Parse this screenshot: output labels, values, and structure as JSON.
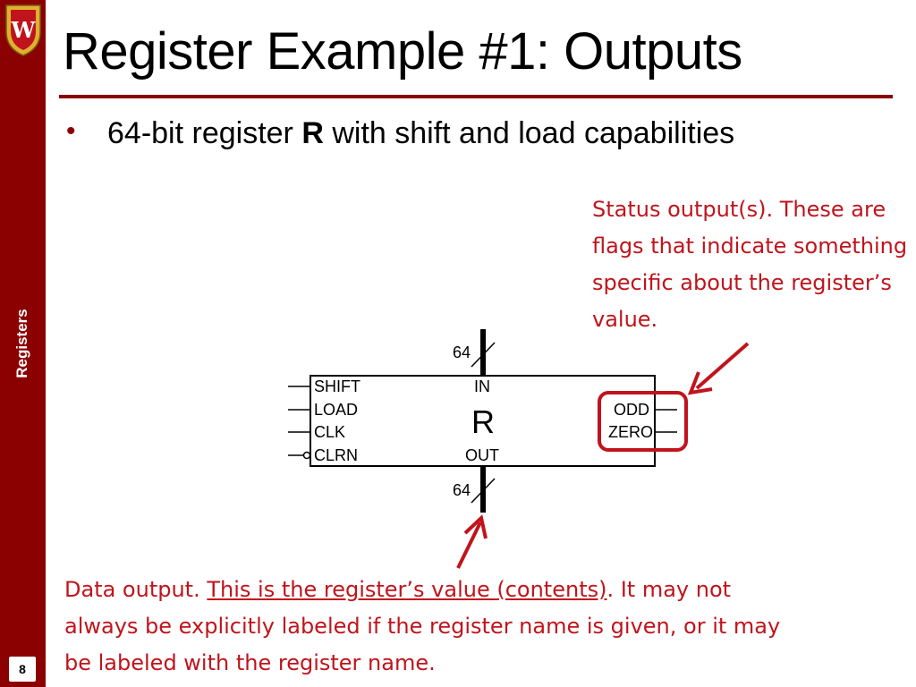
{
  "sidebar": {
    "section_label": "Registers",
    "page_number": "8",
    "colors": {
      "background": "#8b0000",
      "crest_gold": "#e0b030",
      "crest_red": "#c0141c"
    }
  },
  "slide": {
    "title": "Register Example #1: Outputs",
    "bullet": {
      "prefix": "64-bit register ",
      "bold": "R",
      "suffix": " with shift and load capabilities"
    }
  },
  "diagram": {
    "register_name": "R",
    "inputs": [
      "SHIFT",
      "LOAD",
      "CLK",
      "CLRN"
    ],
    "data_in_label": "IN",
    "data_out_label": "OUT",
    "outputs": [
      "ODD",
      "ZERO"
    ],
    "bus_width_in": "64",
    "bus_width_out": "64"
  },
  "annotations": {
    "status": "Status output(s). These are flags that indicate something specific about the register’s value.",
    "data": {
      "part1": "Data output. ",
      "underlined": "This is the register’s value (contents)",
      "part2": ". It may not always be explicitly labeled if the register name is given, or it may be labeled with the register name."
    },
    "color": "#c0141c"
  }
}
